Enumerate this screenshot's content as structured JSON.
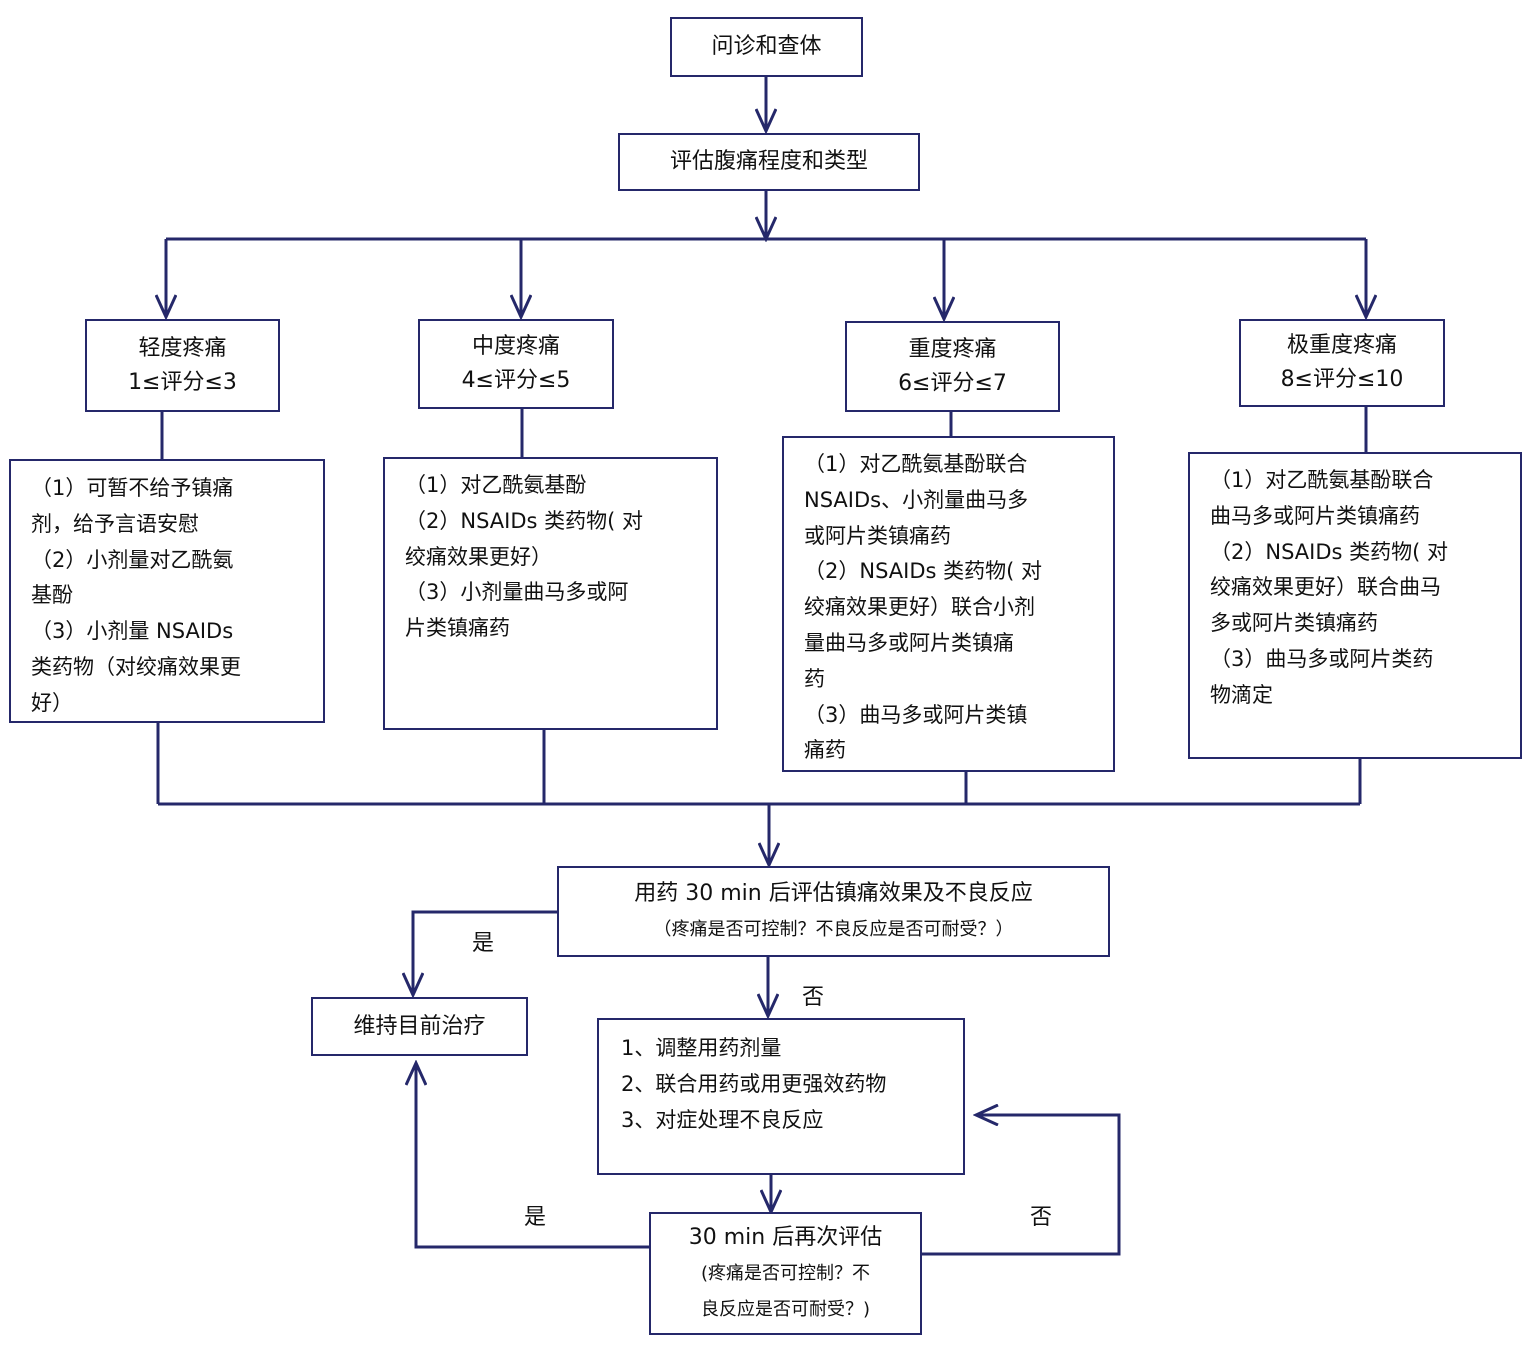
{
  "colors": {
    "line": "#25286a",
    "text": "#111111"
  },
  "nodes": {
    "start": "问诊和查体",
    "assess": "评估腹痛程度和类型",
    "levels": [
      {
        "name": "轻度疼痛",
        "range": "1≤评分≤3",
        "treatment": [
          "（1）可暂不给予镇痛",
          "剂，给予言语安慰",
          "（2）小剂量对乙酰氨",
          "基酚",
          "（3）小剂量 NSAIDs",
          "类药物（对绞痛效果更",
          "好）"
        ]
      },
      {
        "name": "中度疼痛",
        "range": "4≤评分≤5",
        "treatment": [
          "（1）对乙酰氨基酚",
          "（2）NSAIDs 类药物( 对",
          "绞痛效果更好）",
          "（3）小剂量曲马多或阿",
          "片类镇痛药"
        ]
      },
      {
        "name": "重度疼痛",
        "range": "6≤评分≤7",
        "treatment": [
          "（1）对乙酰氨基酚联合",
          "NSAIDs、小剂量曲马多",
          "或阿片类镇痛药",
          "（2）NSAIDs 类药物( 对",
          "绞痛效果更好）联合小剂",
          "量曲马多或阿片类镇痛",
          "药",
          "（3）曲马多或阿片类镇",
          "痛药"
        ]
      },
      {
        "name": "极重度疼痛",
        "range": "8≤评分≤10",
        "treatment": [
          "（1）对乙酰氨基酚联合",
          "曲马多或阿片类镇痛药",
          "（2）NSAIDs 类药物( 对",
          "绞痛效果更好）联合曲马",
          "多或阿片类镇痛药",
          "（3）曲马多或阿片类药",
          "物滴定"
        ]
      }
    ],
    "evaluate": {
      "title": "用药 30 min 后评估镇痛效果及不良反应",
      "sub": "（疼痛是否可控制？不良反应是否可耐受？）"
    },
    "maintain": "维持目前治疗",
    "adjust": [
      "1、调整用药剂量",
      "2、联合用药或用更强效药物",
      "3、对症处理不良反应"
    ],
    "reassess": {
      "title": "30 min 后再次评估",
      "sub1": "(疼痛是否可控制？不",
      "sub2": "良反应是否可耐受？)"
    }
  },
  "edges": {
    "yes": "是",
    "no": "否"
  }
}
